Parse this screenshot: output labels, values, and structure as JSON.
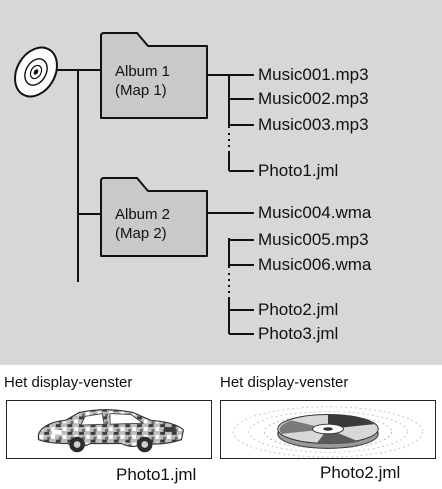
{
  "disc": {
    "icon": "disc-icon"
  },
  "folders": [
    {
      "icon": "folder-icon",
      "line1": "Album 1",
      "line2": "(Map 1)"
    },
    {
      "icon": "folder-icon",
      "line1": "Album 2",
      "line2": "(Map 2)"
    }
  ],
  "files": {
    "album1": [
      "Music001.mp3",
      "Music002.mp3",
      "Music003.mp3",
      "Photo1.jml"
    ],
    "album2": [
      "Music004.wma",
      "Music005.mp3",
      "Music006.wma",
      "Photo2.jml",
      "Photo3.jml"
    ]
  },
  "displays": [
    {
      "caption": "Het display-venster",
      "photo": "Photo1.jml",
      "image": "car-photo"
    },
    {
      "caption": "Het display-venster",
      "photo": "Photo2.jml",
      "image": "disc-photo"
    }
  ],
  "colors": {
    "panel": "#d7d7d7",
    "folder": "#c9c9c9",
    "line": "#111111"
  }
}
